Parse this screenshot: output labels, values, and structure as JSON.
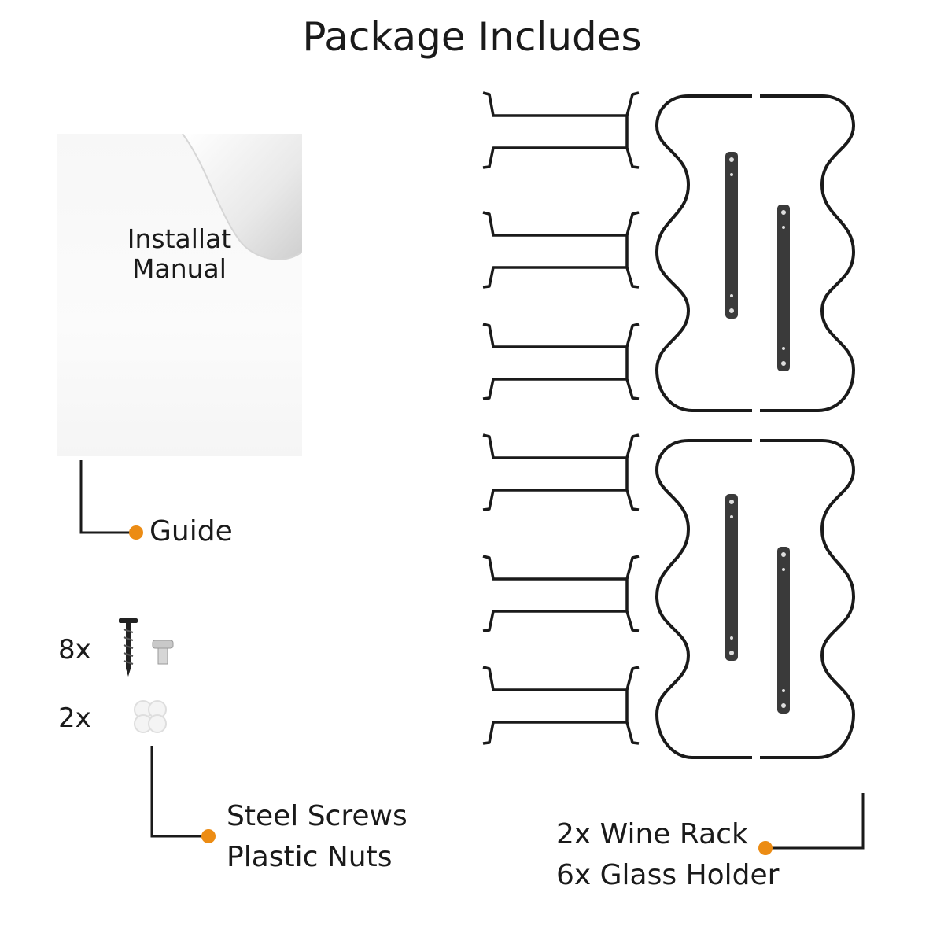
{
  "title": "Package Includes",
  "manual": {
    "line1": "Installat",
    "line2": "Manual"
  },
  "guide": {
    "label": "Guide"
  },
  "hardware": {
    "screw_count": "8x",
    "nut_count": "2x",
    "label_line1": "Steel Screws",
    "label_line2": "Plastic Nuts"
  },
  "racks": {
    "label_line1": "2x Wine Rack",
    "label_line2": "6x Glass Holder"
  },
  "colors": {
    "accent": "#ec8c14",
    "line": "#1a1a1a",
    "metal": "#3a3a3a"
  }
}
